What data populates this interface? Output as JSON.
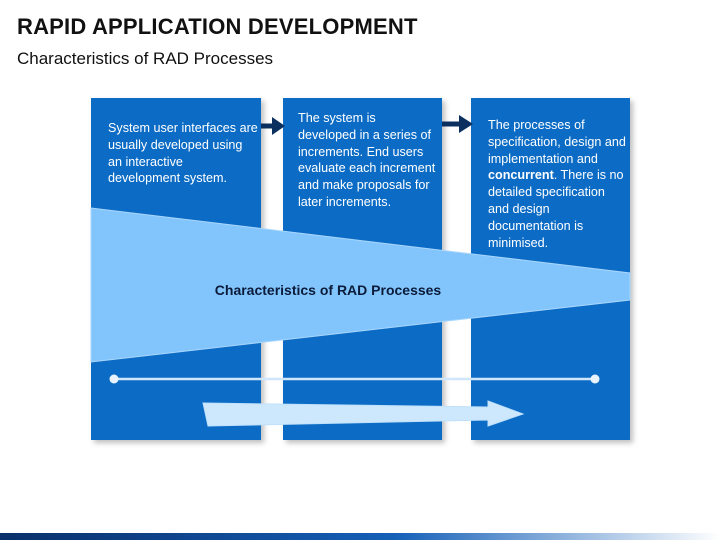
{
  "slide": {
    "title": "RAPID APPLICATION DEVELOPMENT",
    "subtitle": "Characteristics of RAD Processes"
  },
  "boxes": [
    {
      "text": "System user interfaces are usually developed using an interactive development system."
    },
    {
      "text": "The system is developed in a series of increments. End users evaluate each increment and make proposals for later increments."
    },
    {
      "text_before": "The processes of specification, design and implementation and ",
      "text_bold": "concurrent",
      "text_after": ". There is no detailed specification and design documentation is minimised."
    }
  ],
  "center_label": "Characteristics of RAD Processes",
  "colors": {
    "box_blue": "#0c6cc5",
    "light_blue": "#82c5fc",
    "arrow_navy": "#0b2f5e",
    "line": "#cfe6fb"
  },
  "icons": [
    "arrow-right-icon",
    "arrow-right-icon",
    "block-arrow-right-icon"
  ]
}
